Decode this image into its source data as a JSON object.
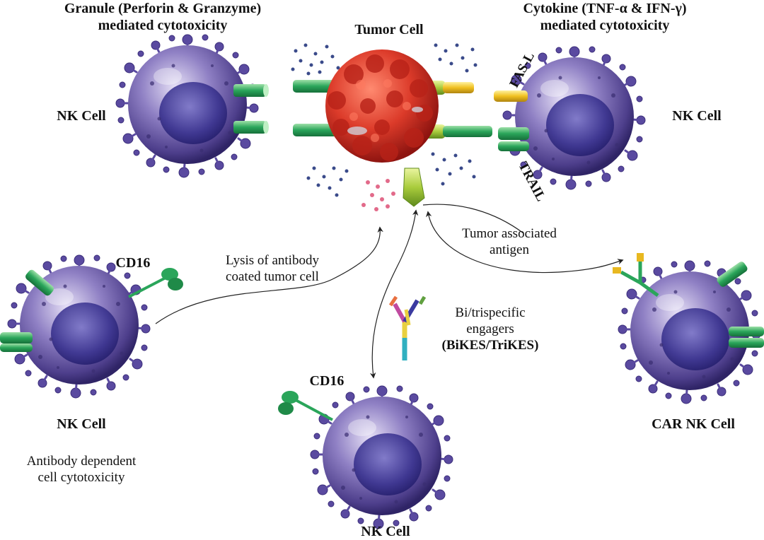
{
  "labels": {
    "granule_title_line1": "Granule (Perforin & Granzyme)",
    "granule_title_line2": "mediated cytotoxicity",
    "tumor_cell": "Tumor Cell",
    "cytokine_title_line1": "Cytokine (TNF-α & IFN-γ)",
    "cytokine_title_line2": "mediated cytotoxicity",
    "nk_cell_left_top": "NK Cell",
    "nk_cell_right_top": "NK Cell",
    "fas_l": "FAS-L",
    "trail": "TRAIL",
    "cd16_left": "CD16",
    "lysis_line1": "Lysis of antibody",
    "lysis_line2": "coated tumor cell",
    "tumor_antigen_line1": "Tumor associated",
    "tumor_antigen_line2": "antigen",
    "engagers_line1": "Bi/trispecific",
    "engagers_line2": "engagers",
    "engagers_line3": "(BiKES/TriKES)",
    "nk_cell_left_bottom": "NK Cell",
    "adcc_line1": "Antibody dependent",
    "adcc_line2": "cell cytotoxicity",
    "cd16_bottom": "CD16",
    "nk_cell_bottom": "NK Cell",
    "car_nk_cell": "CAR NK Cell"
  },
  "colors": {
    "nk_cell": "#6b5aa8",
    "nk_nucleus": "#2e2a7a",
    "tumor_cell": "#d63a2a",
    "receptor_green": "#2aa55a",
    "fas_yellow": "#e8c020",
    "granule_blue": "#3a4a8a",
    "granule_pink": "#e26a8a"
  }
}
